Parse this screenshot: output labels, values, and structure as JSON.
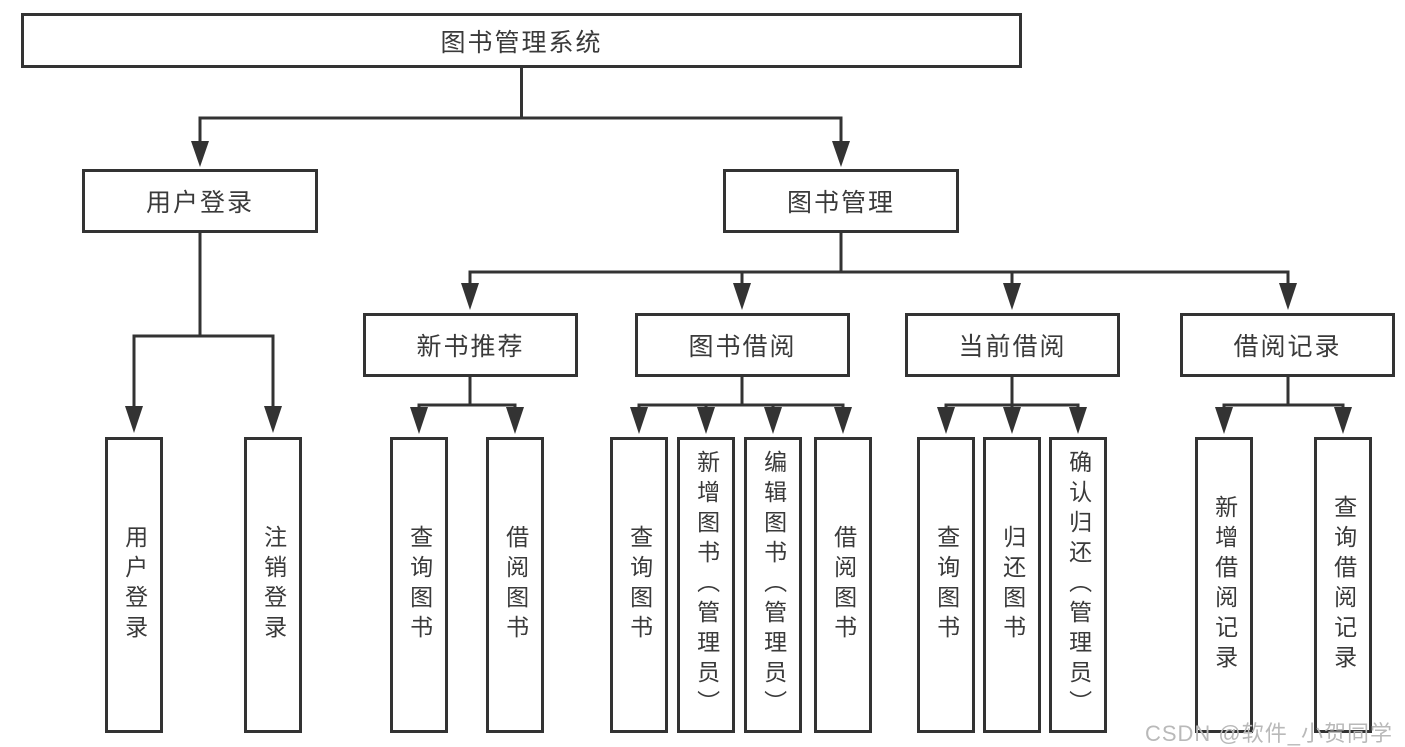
{
  "diagram": {
    "type": "hierarchy-tree",
    "root": {
      "label": "图书管理系统"
    },
    "level2": {
      "user_login": {
        "label": "用户登录",
        "children": {
          "login": {
            "label": "用户登录"
          },
          "logout": {
            "label": "注销登录"
          }
        }
      },
      "book_management": {
        "label": "图书管理",
        "children": {
          "new_book_recommend": {
            "label": "新书推荐",
            "children": {
              "query_books": {
                "label": "查询图书"
              },
              "borrow_books": {
                "label": "借阅图书"
              }
            }
          },
          "book_borrowing": {
            "label": "图书借阅",
            "children": {
              "query_books": {
                "label": "查询图书"
              },
              "add_books_admin": {
                "label": "新增图书（管理员）"
              },
              "edit_books_admin": {
                "label": "编辑图书（管理员）"
              },
              "borrow_books": {
                "label": "借阅图书"
              }
            }
          },
          "current_borrowing": {
            "label": "当前借阅",
            "children": {
              "query_books": {
                "label": "查询图书"
              },
              "return_books": {
                "label": "归还图书"
              },
              "confirm_return_admin": {
                "label": "确认归还（管理员）"
              }
            }
          },
          "borrowing_records": {
            "label": "借阅记录",
            "children": {
              "add_borrow_record": {
                "label": "新增借阅记录"
              },
              "query_borrow_record": {
                "label": "查询借阅记录"
              }
            }
          }
        }
      }
    }
  },
  "watermark": {
    "text": "CSDN @软件_小贺同学"
  },
  "colors": {
    "line": "#333333",
    "box_border": "#333333",
    "text": "#3a3a3a",
    "background": "#ffffff",
    "watermark": "#b9b9b9"
  }
}
